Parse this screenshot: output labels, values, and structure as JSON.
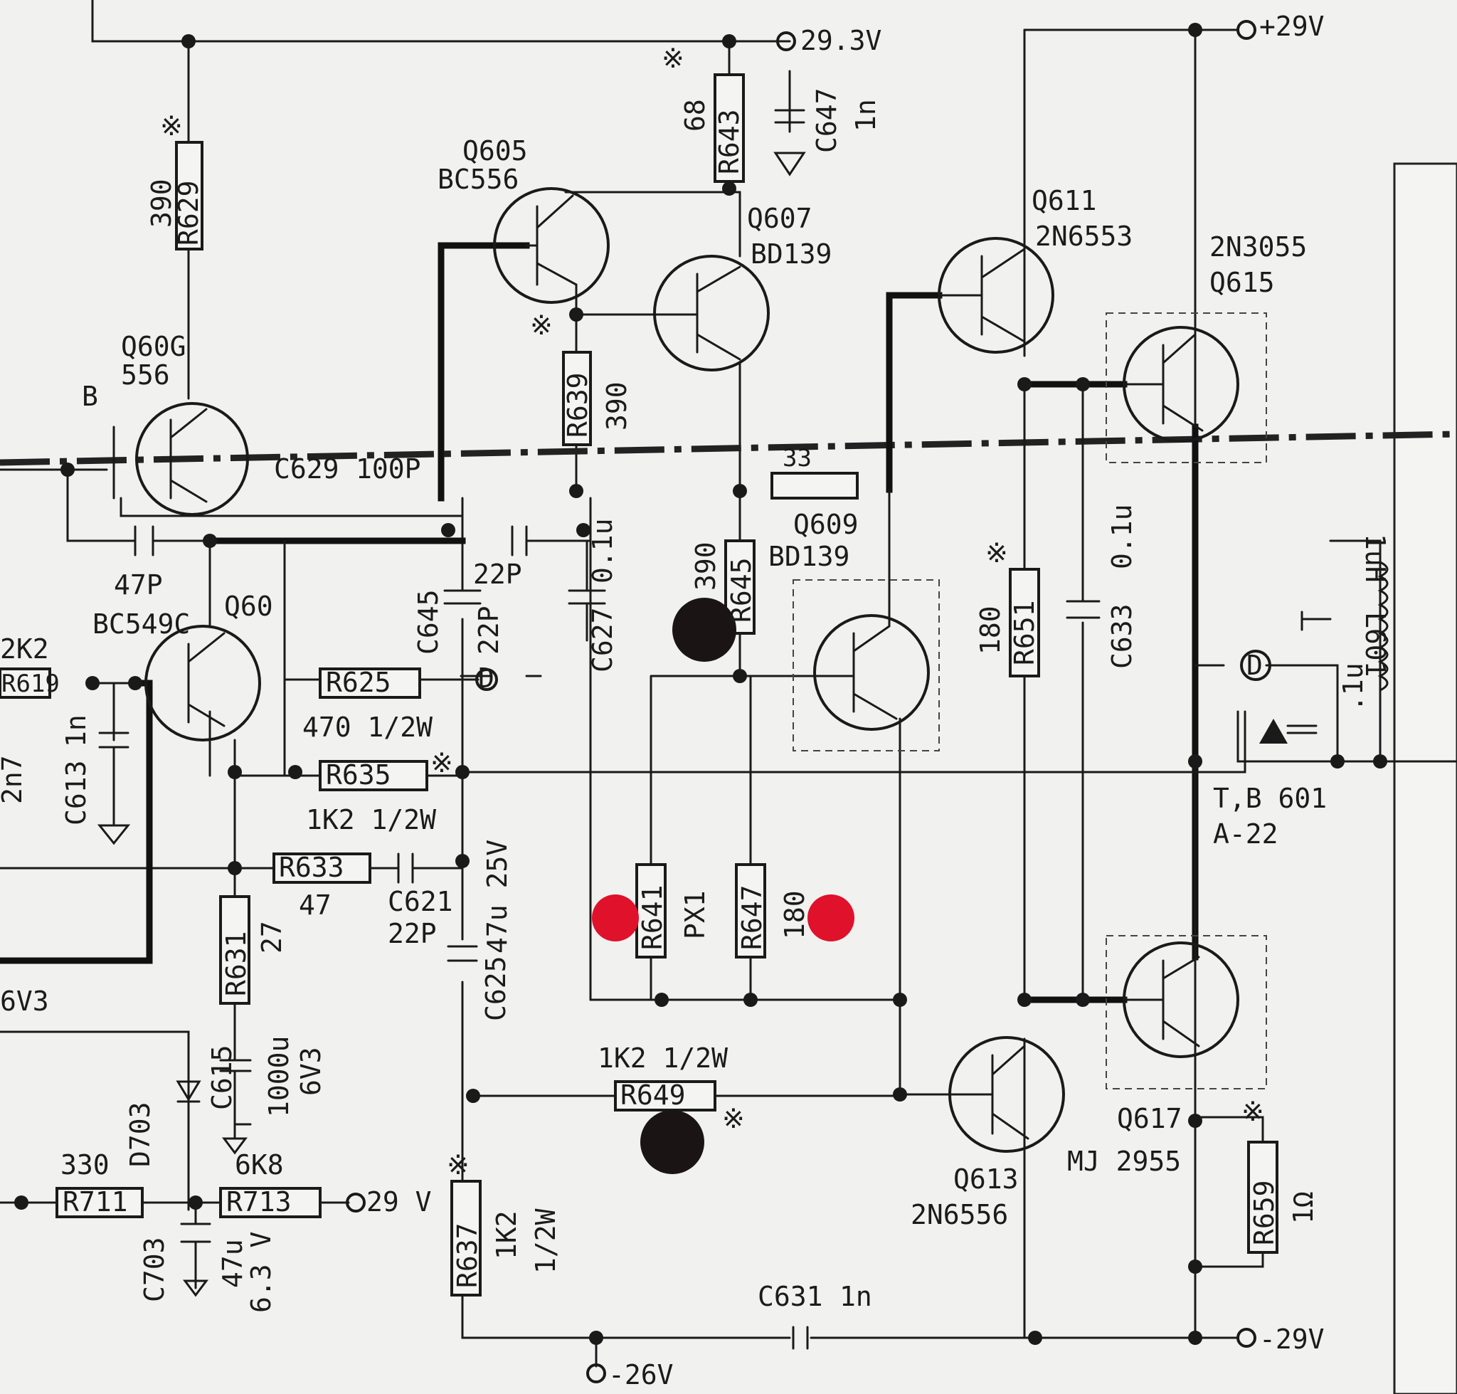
{
  "components": {
    "q605": {
      "ref": "Q605",
      "part": "BC556"
    },
    "q607": {
      "ref": "Q607",
      "part": "BD139"
    },
    "q606": {
      "ref": "Q60G",
      "part": "556"
    },
    "q601": {
      "ref": "Q60",
      "part": "BC549C"
    },
    "q609": {
      "ref": "Q609",
      "part": "BD139"
    },
    "q611": {
      "ref": "Q611",
      "part": "2N6553"
    },
    "q615": {
      "ref": "Q615",
      "part": "2N3055"
    },
    "q613": {
      "ref": "Q613",
      "part": "2N6556"
    },
    "q617": {
      "ref": "Q617",
      "part": "MJ 2955"
    },
    "r629": {
      "ref": "R629",
      "value": "390"
    },
    "r643": {
      "ref": "R643",
      "value": "68"
    },
    "r639": {
      "ref": "R639",
      "value": "390"
    },
    "r645": {
      "ref": "R645",
      "value": "390"
    },
    "r651": {
      "ref": "R651",
      "value": "180"
    },
    "r625": {
      "ref": "R625",
      "value": "470  1/2W"
    },
    "r635": {
      "ref": "R635",
      "value": "1K2  1/2W"
    },
    "r633": {
      "ref": "R633",
      "value": "47"
    },
    "r631": {
      "ref": "R631",
      "value": "27"
    },
    "r641": {
      "ref": "R641",
      "value": "PX1"
    },
    "r647": {
      "ref": "R647",
      "value": "180"
    },
    "r649": {
      "ref": "R649",
      "value": "1K2  1/2W"
    },
    "r637": {
      "ref": "R637",
      "value": "1K2",
      "value2": "1/2W"
    },
    "r659": {
      "ref": "R659",
      "value": "1Ω"
    },
    "r711": {
      "ref": "R711",
      "value": "330"
    },
    "r713": {
      "ref": "R713",
      "value": "6K8"
    },
    "r619": {
      "ref": "R619",
      "value": "2K2"
    },
    "r633b": {
      "ref": "",
      "value": "33"
    },
    "c647": {
      "ref": "C647",
      "value": "1n"
    },
    "c629": {
      "ref": "C629",
      "value": "100P"
    },
    "c645": {
      "ref": "C645",
      "value": "22P"
    },
    "c627": {
      "ref": "C627",
      "value": "0.1u"
    },
    "c633": {
      "ref": "C633",
      "value": "0.1u"
    },
    "c621": {
      "ref": "C621",
      "value": "22P"
    },
    "c625": {
      "ref": "C625",
      "value": "47u 25V"
    },
    "c615": {
      "ref": "C615",
      "value": "1000u",
      "value2": "6V3"
    },
    "c613": {
      "ref": "C613",
      "value": "1n"
    },
    "c703": {
      "ref": "C703",
      "value": "47u",
      "value2": "6.3 V"
    },
    "c631": {
      "ref": "C631",
      "value": "1n"
    },
    "d703": {
      "ref": "D703"
    },
    "l601": {
      "ref": "L601",
      "value": "1uH"
    },
    "c47p": {
      "value": "47P"
    },
    "c22p": {
      "value": "22P"
    },
    "c1u": {
      "value": ".1u"
    },
    "c2n7": {
      "value": "2n7"
    },
    "tb601": {
      "ref": "T,B 601",
      "value": "A-22"
    }
  },
  "rails": {
    "top": "29.3V",
    "top_right": "+29V",
    "bottom_right": "-29V",
    "bottom": "-26V",
    "left_supply": "29 V",
    "left_6v3": "6V3"
  },
  "markers": {
    "asterisk": "※",
    "node_b": "B",
    "node_d": "D"
  }
}
